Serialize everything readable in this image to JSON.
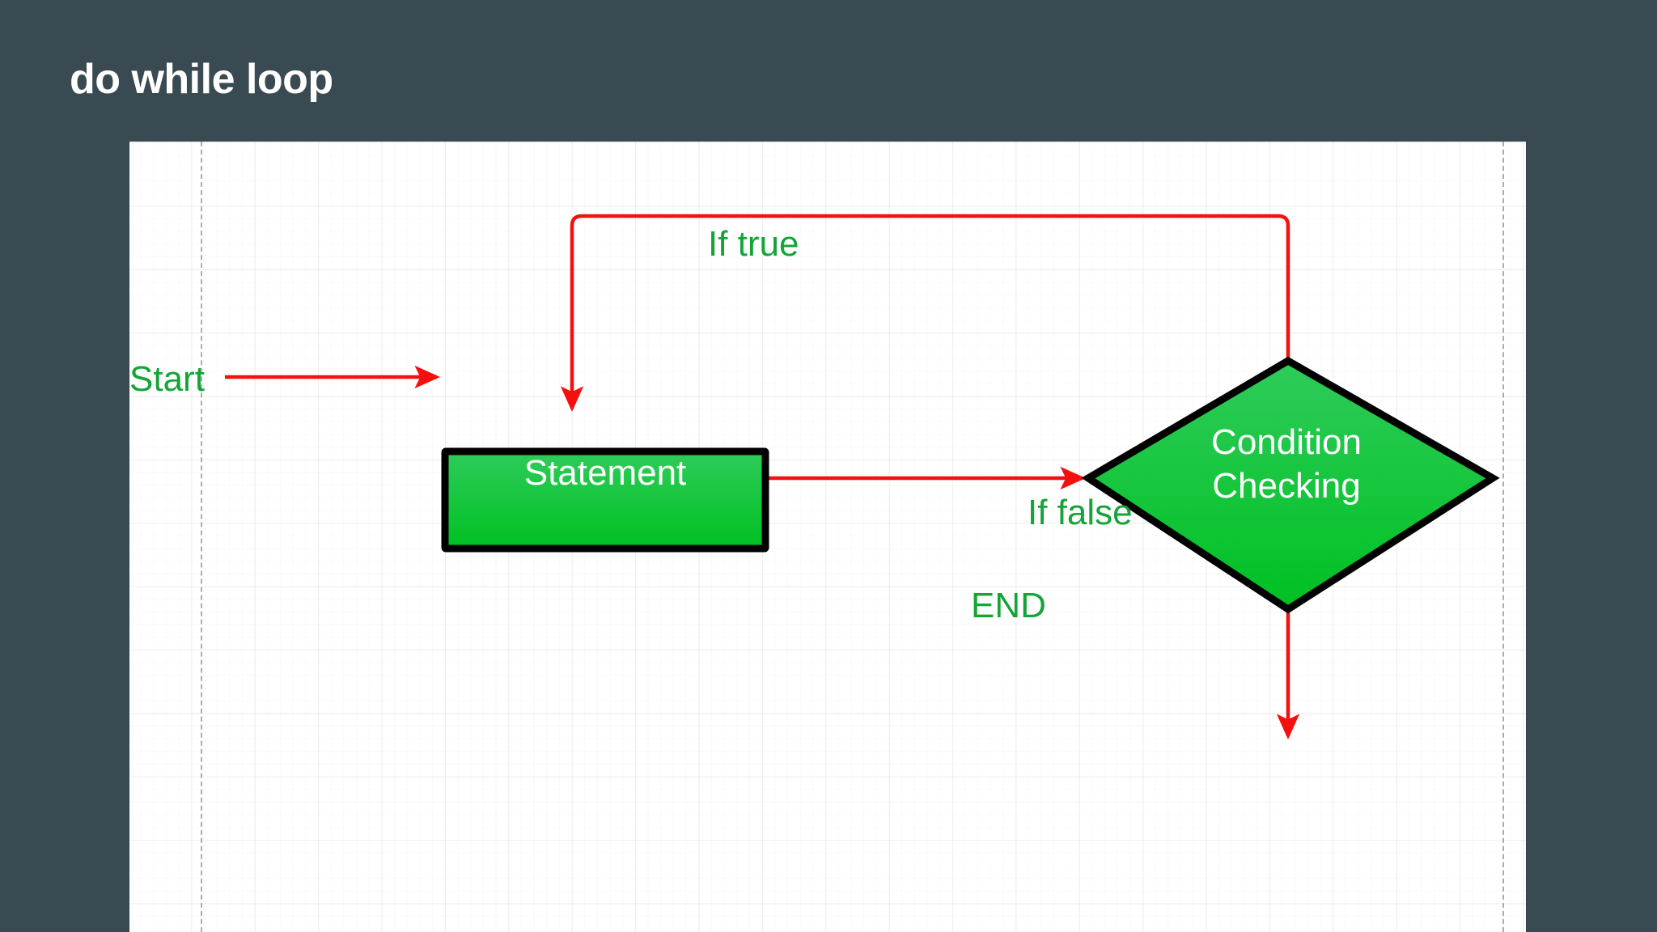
{
  "slide": {
    "title": "do while loop",
    "background_color": "#3a4a52",
    "canvas_color": "#ffffff"
  },
  "colors": {
    "arrow_red": "#f50f0f",
    "label_green": "#14a538",
    "node_fill_top": "#2ecc5a",
    "node_fill_bottom": "#00c022",
    "node_border": "#000000",
    "node_text": "#ffffff",
    "grid_line": "#e8e8e8",
    "page_break": "#9aa0a4"
  },
  "diagram": {
    "type": "flowchart",
    "name": "do-while-loop-flowchart",
    "nodes": [
      {
        "id": "start",
        "shape": "text",
        "label": "Start"
      },
      {
        "id": "statement",
        "shape": "rectangle",
        "label": "Statement"
      },
      {
        "id": "condition",
        "shape": "diamond",
        "label_line1": "Condition",
        "label_line2": "Checking"
      },
      {
        "id": "end",
        "shape": "text",
        "label": "END"
      }
    ],
    "edges": [
      {
        "id": "start-to-statement",
        "from": "start",
        "to": "statement",
        "label": ""
      },
      {
        "id": "statement-to-condition",
        "from": "statement",
        "to": "condition",
        "label": ""
      },
      {
        "id": "condition-to-statement",
        "from": "condition",
        "to": "statement",
        "label": "If true"
      },
      {
        "id": "condition-to-end",
        "from": "condition",
        "to": "end",
        "label": "If false"
      }
    ],
    "edge_labels": {
      "if_true": "If true",
      "if_false": "If false"
    }
  }
}
